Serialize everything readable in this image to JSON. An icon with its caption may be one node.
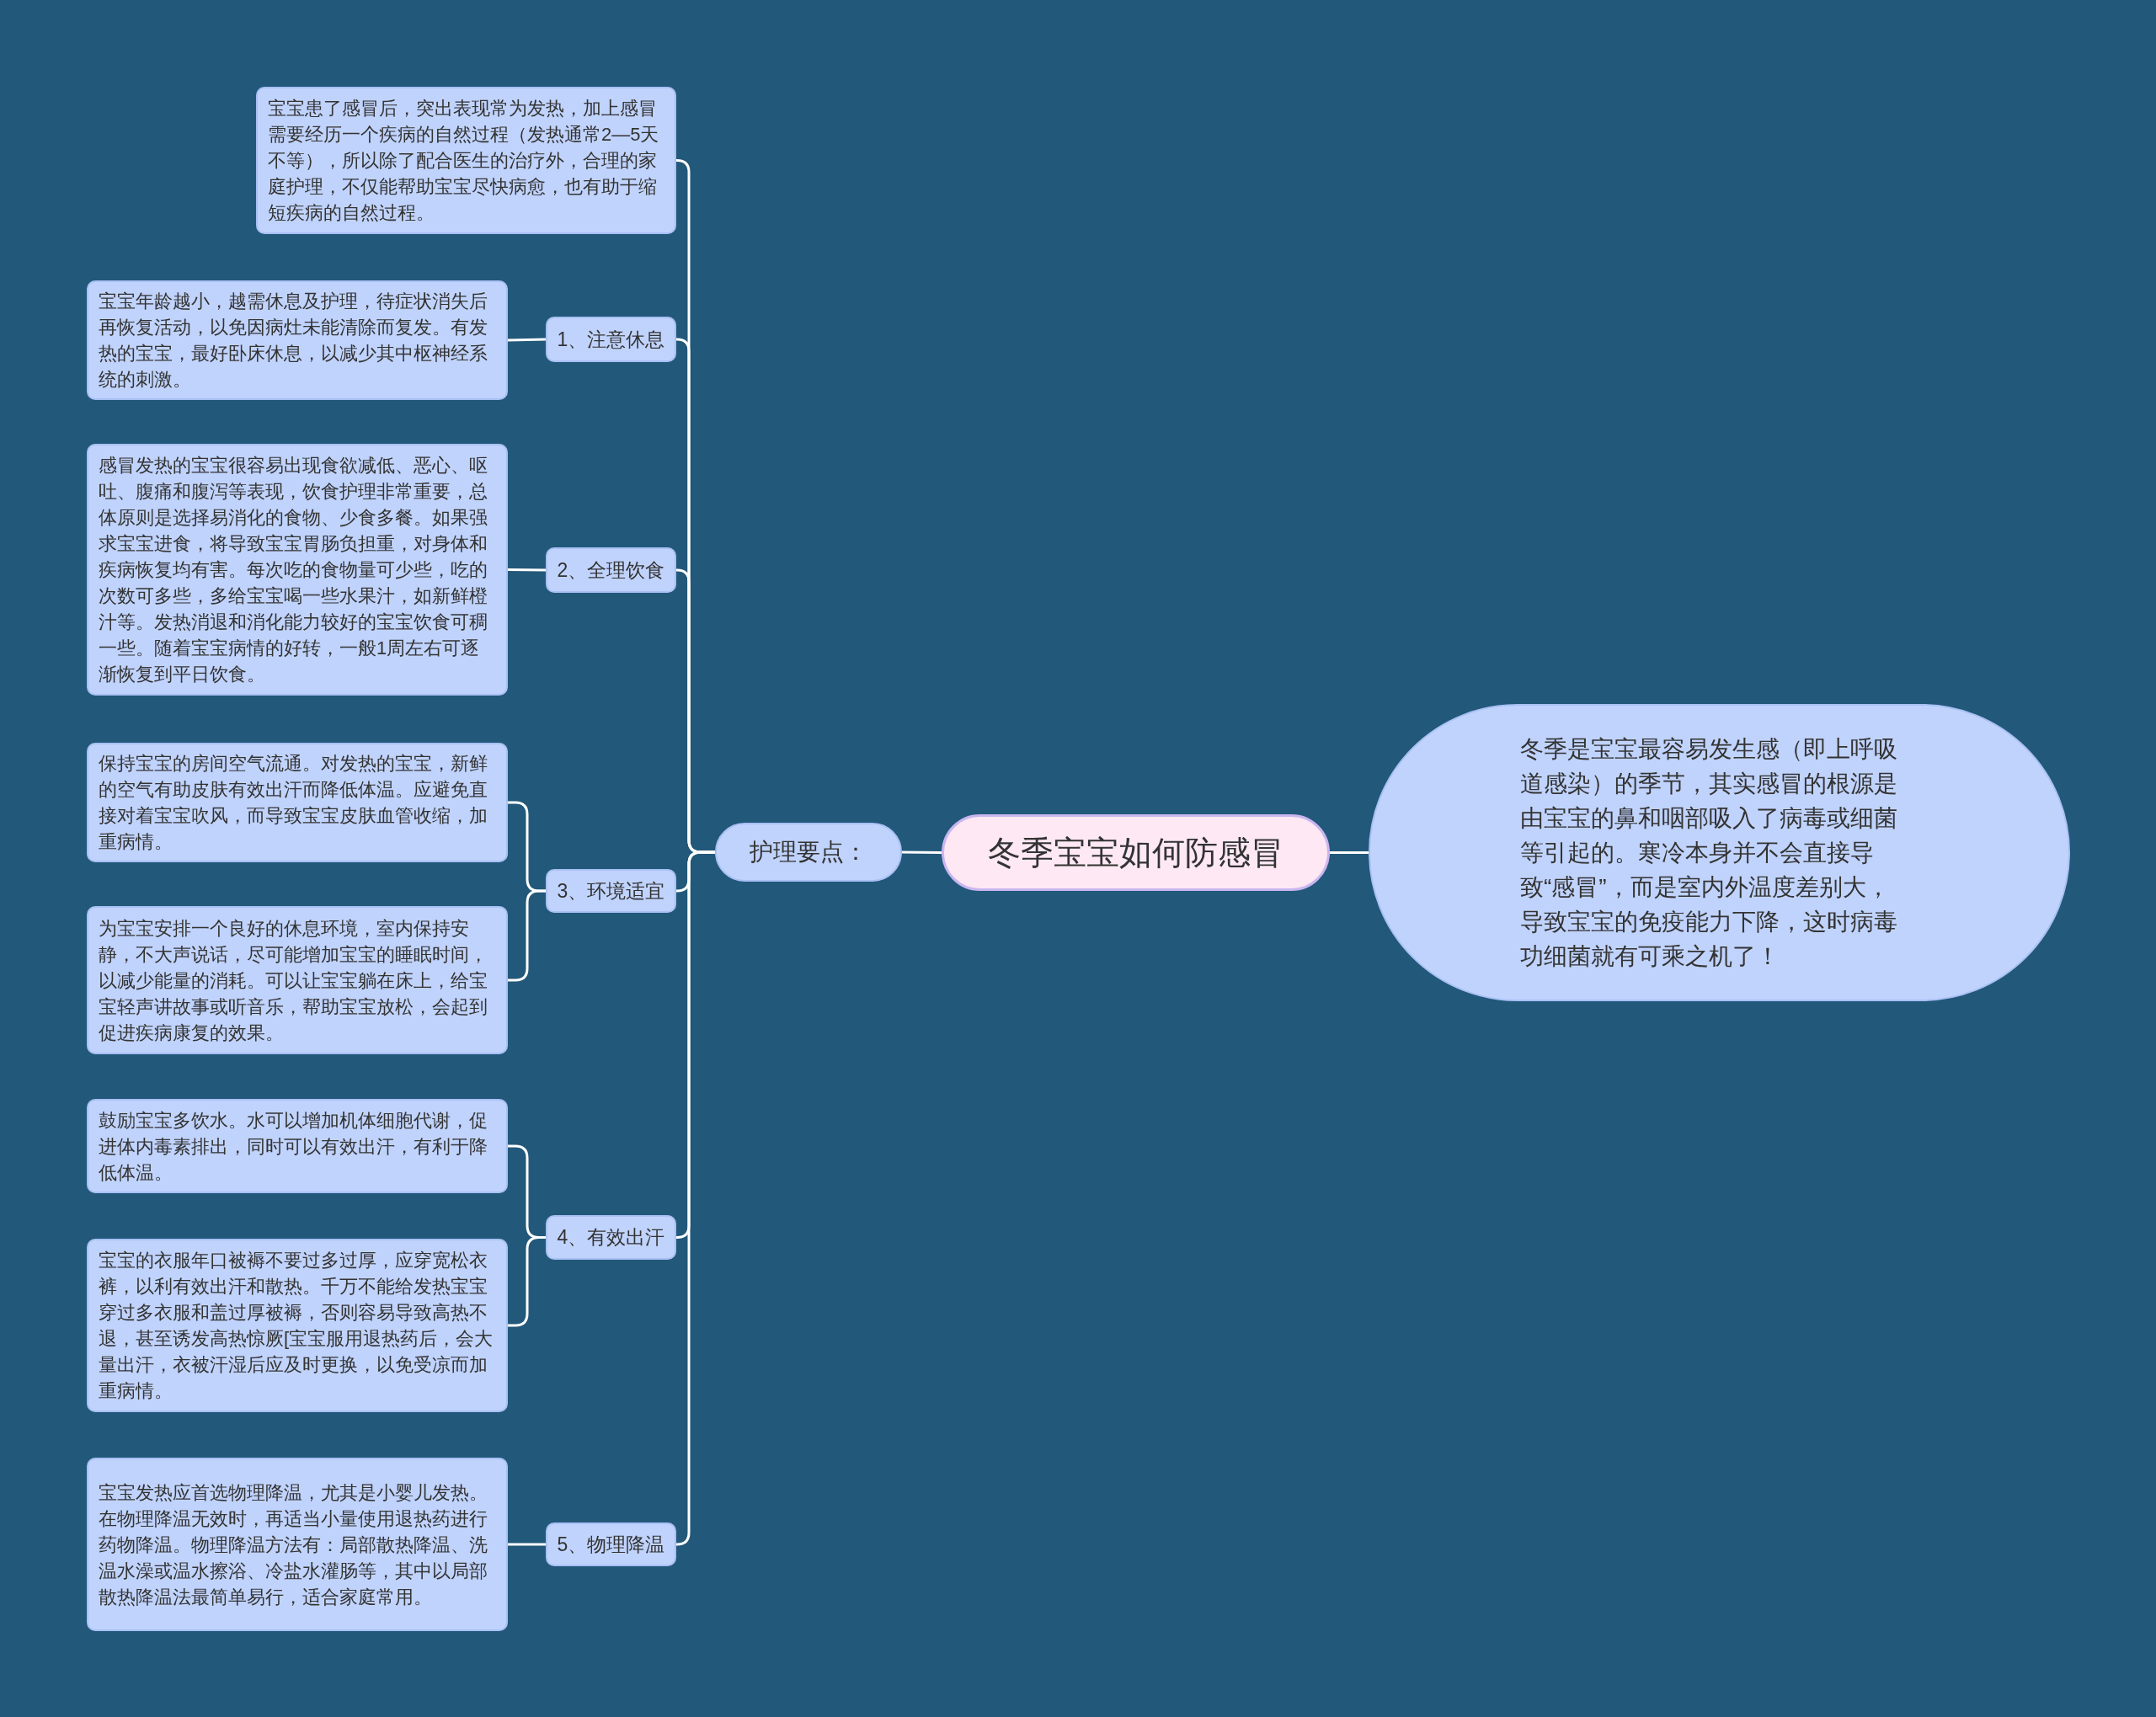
{
  "diagram": {
    "nodes": [
      {
        "text": [
          "冬季宝宝如何防感冒"
        ]
      },
      {
        "text": [
          "冬季是宝宝最容易发生感（即上呼吸道感染）的季节，其实感冒的根源是由宝宝的鼻和咽部吸入了病毒或细菌等引起的。寒冷本身并不会直接导致“感冒”，而是室内外温度差别大，导致宝宝的免疫能力下降，这时病毒功细菌就有可乘之机了！"
        ]
      },
      {
        "text": [
          "护理要点："
        ]
      },
      {
        "text": [
          "宝宝患了感冒后，突出表现常为发热，加上感冒需要经历一个疾病的自然过程（发热通常2—5天不等），所以除了配合医生的治疗外，合理的家庭护理，不仅能帮助宝宝尽快病愈，也有助于缩短疾病的自然过程。"
        ]
      },
      {
        "text": [
          "1、注意休息"
        ]
      },
      {
        "text": [
          "宝宝年龄越小，越需休息及护理，待症状消失后再恢复活动，以免因病灶未能清除而复发。有发热的宝宝，最好卧床休息，以减少其中枢神经系统的刺激。"
        ]
      },
      {
        "text": [
          "2、全理饮食"
        ]
      },
      {
        "text": [
          "感冒发热的宝宝很容易出现食欲减低、恶心、呕吐、腹痛和腹泻等表现，饮食护理非常重要，总体原则是选择易消化的食物、少食多餐。如果强求宝宝进食，将导致宝宝胃肠负担重，对身体和疾病恢复均有害。每次吃的食物量可少些，吃的次数可多些，多给宝宝喝一些水果汁，如新鲜橙汁等。发热消退和消化能力较好的宝宝饮食可稠一些。随着宝宝病情的好转，一般1周左右可逐渐恢复到平日饮食。"
        ]
      },
      {
        "text": [
          "3、环境适宜"
        ]
      },
      {
        "text": [
          "保持宝宝的房间空气流通。对发热的宝宝，新鲜的空气有助皮肤有效出汗而降低体温。应避免直接对着宝宝吹风，而导致宝宝皮肤血管收缩，加重病情。"
        ]
      },
      {
        "text": [
          "为宝宝安排一个良好的休息环境，室内保持安静，不大声说话，尽可能增加宝宝的睡眠时间，以减少能量的消耗。可以让宝宝躺在床上，给宝宝轻声讲故事或听音乐，帮助宝宝放松，会起到促进疾病康复的效果。"
        ]
      },
      {
        "text": [
          "4、有效出汗"
        ]
      },
      {
        "text": [
          "鼓励宝宝多饮水。水可以增加机体细胞代谢，促进体内毒素排出，同时可以有效出汗，有利于降低体温。"
        ]
      },
      {
        "text": [
          "宝宝的衣服年口被褥不要过多过厚，应穿宽松衣裤，以利有效出汗和散热。千万不能给发热宝宝穿过多衣服和盖过厚被褥，否则容易导致高热不退，甚至诱发高热惊厥[宝宝服用退热药后，会大量出汗，衣被汗湿后应及时更换，以免受凉而加重病情。"
        ]
      },
      {
        "text": [
          "5、物理降温"
        ]
      },
      {
        "text": [
          "宝宝发热应首选物理降温，尤其是小婴儿发热。在物理降温无效时，再适当小量使用退热药进行药物降温。物理降温方法有：局部散热降温、洗温水澡或温水擦浴、冷盐水灌肠等，其中以局部散热降温法最简单易行，适合家庭常用。"
        ]
      }
    ],
    "edges": [
      {
        "from": 0,
        "to": 1,
        "arrow": "none"
      },
      {
        "from": 0,
        "to": 2,
        "arrow": "none"
      },
      {
        "from": 2,
        "to": 3,
        "arrow": "none"
      },
      {
        "from": 2,
        "to": 4,
        "arrow": "none"
      },
      {
        "from": 4,
        "to": 5,
        "arrow": "none"
      },
      {
        "from": 2,
        "to": 6,
        "arrow": "none"
      },
      {
        "from": 6,
        "to": 7,
        "arrow": "none"
      },
      {
        "from": 2,
        "to": 8,
        "arrow": "none"
      },
      {
        "from": 8,
        "to": 9,
        "arrow": "none"
      },
      {
        "from": 8,
        "to": 10,
        "arrow": "none"
      },
      {
        "from": 2,
        "to": 11,
        "arrow": "none"
      },
      {
        "from": 11,
        "to": 12,
        "arrow": "none"
      },
      {
        "from": 11,
        "to": 13,
        "arrow": "none"
      },
      {
        "from": 2,
        "to": 14,
        "arrow": "none"
      },
      {
        "from": 14,
        "to": 15,
        "arrow": "none"
      }
    ]
  }
}
